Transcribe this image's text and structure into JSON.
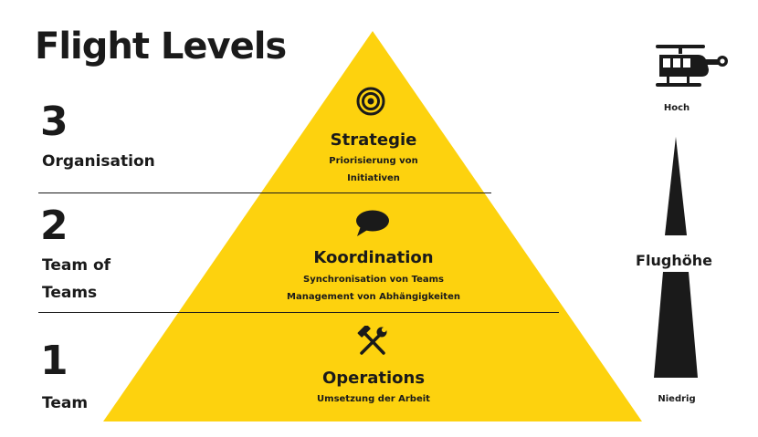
{
  "title": "Flight Levels",
  "levels": [
    {
      "number": "3",
      "label_lines": [
        "Organisation"
      ],
      "name": "Strategie",
      "description_lines": [
        "Priorisierung von",
        "Initiativen"
      ],
      "icon": "target-icon"
    },
    {
      "number": "2",
      "label_lines": [
        "Team of",
        "Teams"
      ],
      "name": "Koordination",
      "description_lines": [
        "Synchronisation von Teams",
        "Management von Abhängigkeiten"
      ],
      "icon": "speech-bubble-icon"
    },
    {
      "number": "1",
      "label_lines": [
        "Team"
      ],
      "name": "Operations",
      "description_lines": [
        "Umsetzung der Arbeit"
      ],
      "icon": "tools-icon"
    }
  ],
  "altitude": {
    "high": "Hoch",
    "label": "Flughöhe",
    "low": "Niedrig",
    "icon": "helicopter-icon"
  },
  "colors": {
    "pyramid": "#fdd20e",
    "text": "#1a1a1a",
    "background": "#ffffff"
  }
}
